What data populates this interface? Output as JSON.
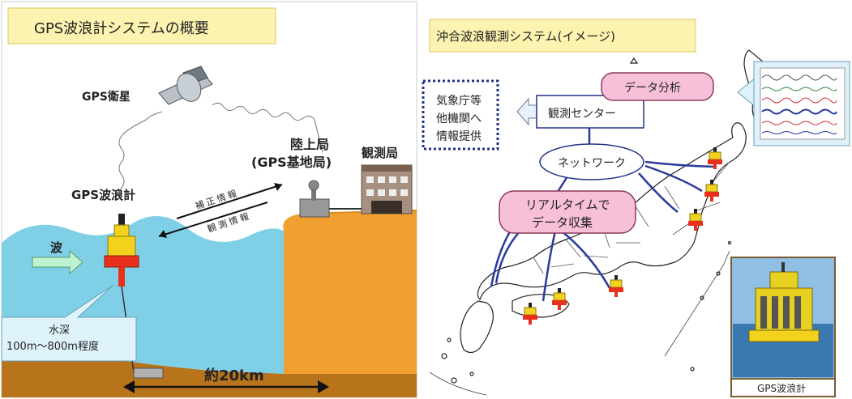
{
  "left_panel": {
    "title": "GPS波浪計システムの概要",
    "satellite_label": "GPS衛星",
    "land_station_label": "陸上局",
    "land_station_sub": "(GPS基地局)",
    "observatory_label": "観測局",
    "buoy_label": "GPS波浪計",
    "correction_label": "補正情報",
    "observation_label": "観測情報",
    "wave_label": "波",
    "depth_line1": "水深",
    "depth_line2": "100m～800m程度",
    "distance_label": "約20km"
  },
  "right_panel": {
    "title": "沖合波浪観測システム(イメージ)",
    "info_box_lines": [
      "気象庁等",
      "他機関へ",
      "情報提供"
    ],
    "center_label": "観測センター",
    "analysis_label": "データ分析",
    "network_label": "ネットワーク",
    "realtime_line1": "リアルタイムで",
    "realtime_line2": "データ収集",
    "photo_caption": "GPS波浪計"
  },
  "colors": {
    "title_bg": "#fdf3b0",
    "sea": "#7fd0e6",
    "land": "#f0a030",
    "seabed": "#b8741a",
    "pink": "#f7c0d8",
    "buoy_yellow": "#f2d21c",
    "buoy_red": "#e8301c",
    "network_blue": "#2a3a9a"
  }
}
